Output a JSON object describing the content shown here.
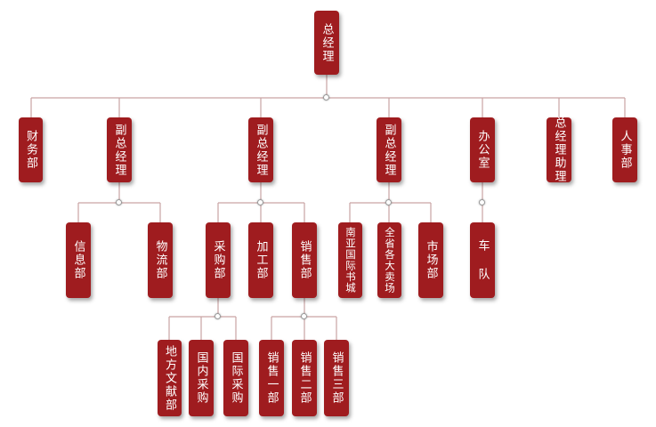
{
  "colors": {
    "box": "#9f1c1f",
    "line": "#c9a3a3",
    "text": "#ffffff",
    "connector": "#9a9a9a"
  },
  "nodes": {
    "ceo": "总经理",
    "finance": "财务部",
    "vp1": "副总经理",
    "vp2": "副总经理",
    "vp3": "副总经理",
    "office": "办公室",
    "gm_assistant": "总经理助理",
    "hr": "人事部",
    "info": "信息部",
    "logistics": "物流部",
    "purchasing": "采购部",
    "processing": "加工部",
    "sales": "销售部",
    "nanya": "南亚国际书城",
    "provincial": "全省各大卖场",
    "market": "市场部",
    "fleet": "车 队",
    "local_docs": "地方文献部",
    "domestic": "国内采购",
    "intl": "国际采购",
    "sales1": "销售一部",
    "sales2": "销售二部",
    "sales3": "销售三部"
  }
}
